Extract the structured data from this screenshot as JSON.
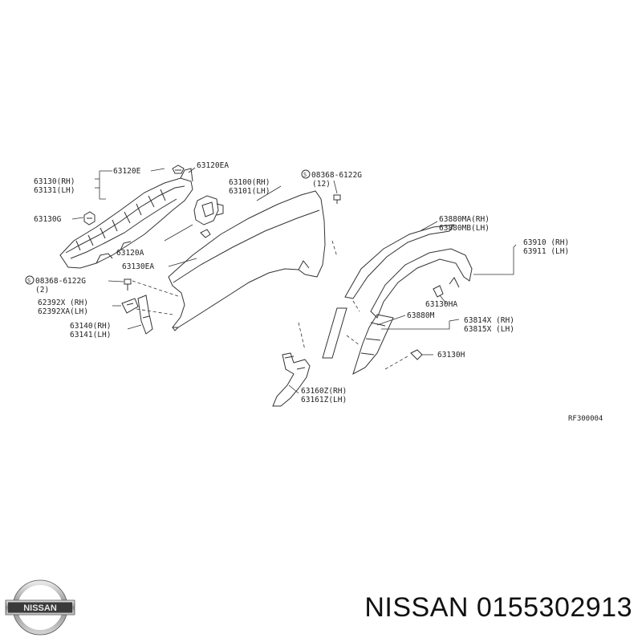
{
  "labels": {
    "p63120E": "63120E",
    "p63120EA": "63120EA",
    "p63130RH": "63130(RH)",
    "p63131LH": "63131(LH)",
    "p63130G": "63130G",
    "p63120A": "63120A",
    "p63130EA": "63130EA",
    "p63100RH": "63100(RH)",
    "p63101LH": "63101(LH)",
    "bolt12": "08368-6122G",
    "bolt12qty": "(12)",
    "bolt2": "08368-6122G",
    "bolt2qty": "(2)",
    "p62392X": "62392X (RH)",
    "p62392XA": "62392XA(LH)",
    "p63140": "63140(RH)",
    "p63141": "63141(LH)",
    "p63880MA": "63880MA(RH)",
    "p63880MB": "63880MB(LH)",
    "p63910": "63910 (RH)",
    "p63911": "63911 (LH)",
    "p63130HA": "63130HA",
    "p63880M": "63880M",
    "p63814X": "63814X (RH)",
    "p63815X": "63815X (LH)",
    "p63130H": "63130H",
    "p63160Z": "63160Z(RH)",
    "p63161Z": "63161Z(LH)",
    "ref": "RF300004"
  },
  "circle_marker": "S",
  "footer": {
    "logo_text": "NISSAN",
    "caption": "NISSAN 0155302913"
  }
}
